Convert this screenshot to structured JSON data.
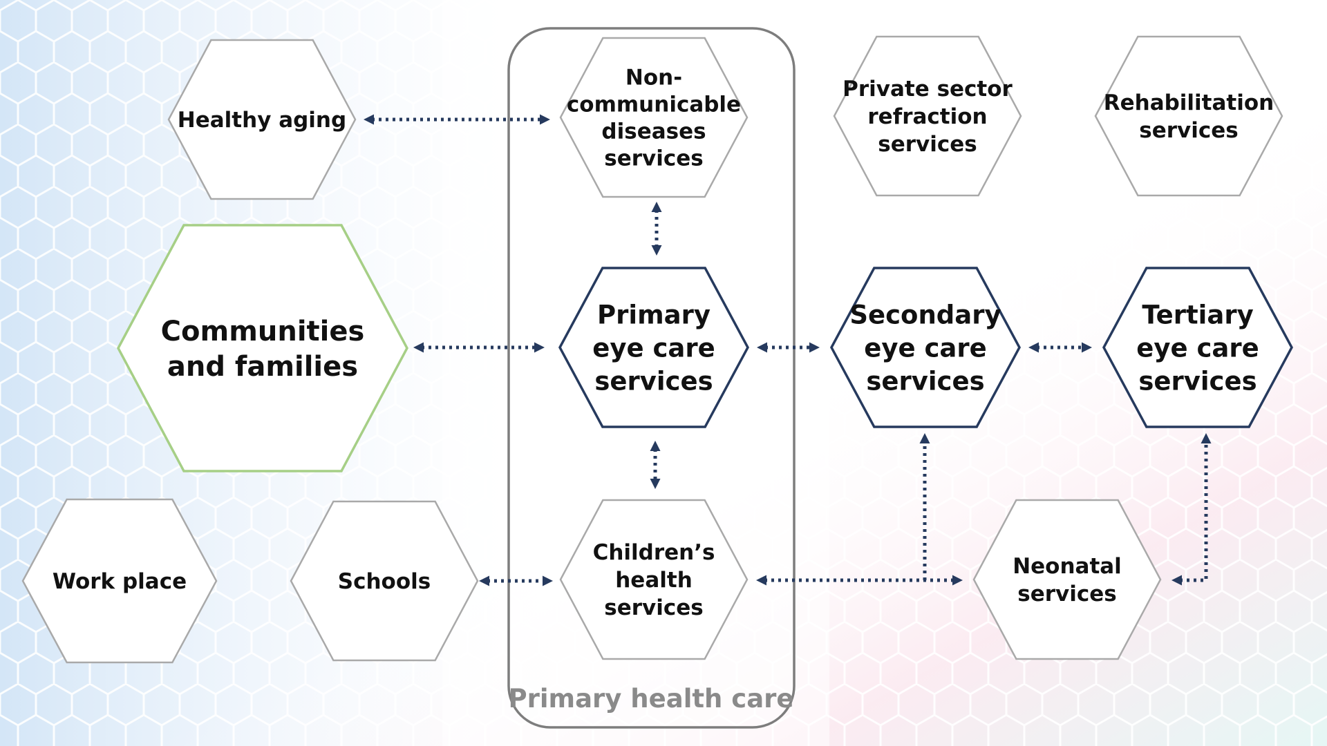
{
  "diagram": {
    "group": {
      "label": "Primary health care",
      "border_color": "#7d7d7d"
    },
    "nodes": {
      "healthy_aging": {
        "lines": [
          "Healthy aging"
        ],
        "style": "peripheral"
      },
      "ncd_services": {
        "lines": [
          "Non-",
          "communicable",
          "diseases",
          "services"
        ],
        "style": "peripheral"
      },
      "private_refraction": {
        "lines": [
          "Private sector",
          "refraction",
          "services"
        ],
        "style": "peripheral"
      },
      "rehabilitation": {
        "lines": [
          "Rehabilitation",
          "services"
        ],
        "style": "peripheral"
      },
      "communities_families": {
        "lines": [
          "Communities",
          "and families"
        ],
        "style": "community"
      },
      "primary_eye_care": {
        "lines": [
          "Primary",
          "eye care",
          "services"
        ],
        "style": "core"
      },
      "secondary_eye_care": {
        "lines": [
          "Secondary",
          "eye care",
          "services"
        ],
        "style": "core"
      },
      "tertiary_eye_care": {
        "lines": [
          "Tertiary",
          "eye care",
          "services"
        ],
        "style": "core"
      },
      "work_place": {
        "lines": [
          "Work place"
        ],
        "style": "peripheral"
      },
      "schools": {
        "lines": [
          "Schools"
        ],
        "style": "peripheral"
      },
      "childrens_health": {
        "lines": [
          "Children’s",
          "health",
          "services"
        ],
        "style": "peripheral"
      },
      "neonatal": {
        "lines": [
          "Neonatal",
          "services"
        ],
        "style": "peripheral"
      }
    },
    "edges": [
      {
        "from": "healthy_aging",
        "to": "ncd_services",
        "direction": "both"
      },
      {
        "from": "ncd_services",
        "to": "primary_eye_care",
        "direction": "both"
      },
      {
        "from": "communities_families",
        "to": "primary_eye_care",
        "direction": "both"
      },
      {
        "from": "primary_eye_care",
        "to": "secondary_eye_care",
        "direction": "both"
      },
      {
        "from": "secondary_eye_care",
        "to": "tertiary_eye_care",
        "direction": "both"
      },
      {
        "from": "primary_eye_care",
        "to": "childrens_health",
        "direction": "both"
      },
      {
        "from": "schools",
        "to": "childrens_health",
        "direction": "both"
      },
      {
        "from": "childrens_health",
        "to": "neonatal",
        "direction": "both"
      },
      {
        "from": "childrens_health",
        "to": "secondary_eye_care",
        "direction": "forward"
      },
      {
        "from": "neonatal",
        "to": "tertiary_eye_care",
        "direction": "both"
      }
    ],
    "colors": {
      "core_border": "#263a5e",
      "community_border": "#a6cf86",
      "peripheral_border": "#a9a9a9",
      "connector": "#263a5e",
      "text": "#111111",
      "group_label": "#8a8a8a"
    }
  }
}
